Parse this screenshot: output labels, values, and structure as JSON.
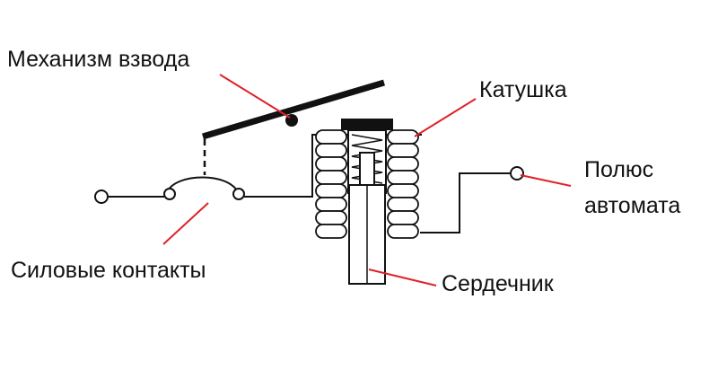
{
  "labels": {
    "mechanism": "Механизм взвода",
    "coil": "Катушка",
    "pole_line1": "Полюс",
    "pole_line2": "автомата",
    "power_contacts": "Силовые контакты",
    "core": "Сердечник"
  },
  "colors": {
    "line": "#111111",
    "leader": "#e0202a",
    "background": "#ffffff"
  }
}
